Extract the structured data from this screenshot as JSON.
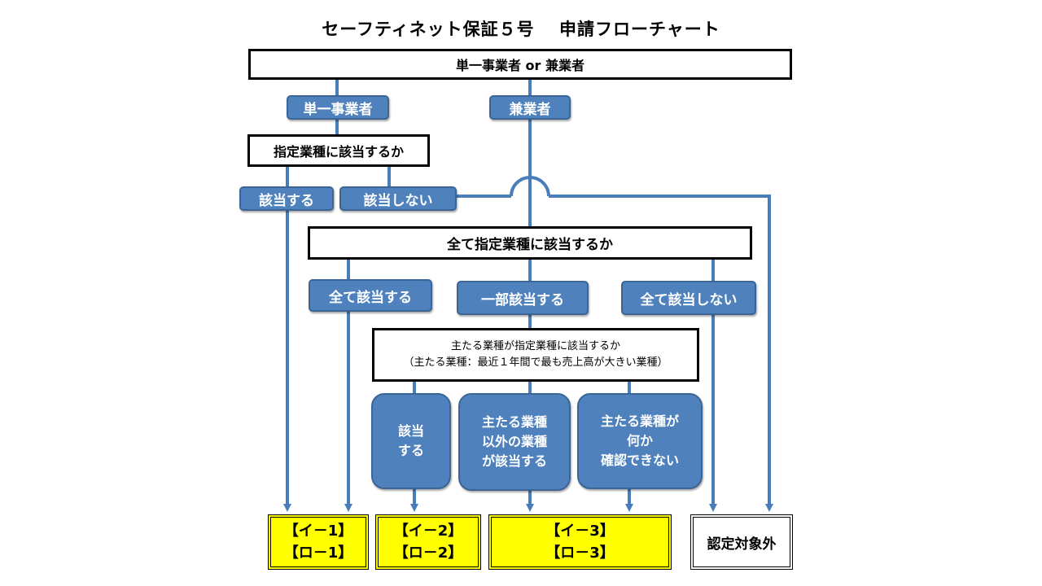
{
  "title": "セーフティネット保証５号　 申請フローチャート",
  "nodes": {
    "q_business_type": "単一事業者 or 兼業者",
    "single": "単一事業者",
    "multi": "兼業者",
    "q_designated": "指定業種に該当するか",
    "applies": "該当する",
    "not_applies": "該当しない",
    "q_all_designated": "全て指定業種に該当するか",
    "all_apply": "全て該当する",
    "some_apply": "一部該当する",
    "none_apply": "全て該当しない",
    "q_main_line1": "主たる業種が指定業種に該当するか",
    "q_main_line2": "（主たる業種：最近１年間で最も売上高が大きい業種）",
    "main_applies_l1": "該当",
    "main_applies_l2": "する",
    "other_applies_l1": "主たる業種",
    "other_applies_l2": "以外の業種",
    "other_applies_l3": "が該当する",
    "unknown_l1": "主たる業種が",
    "unknown_l2": "何か",
    "unknown_l3": "確認できない"
  },
  "results": {
    "r1_a": "【イ－1】",
    "r1_b": "【ロ－1】",
    "r2_a": "【イ－2】",
    "r2_b": "【ロ－2】",
    "r3_a": "【イ－3】",
    "r3_b": "【ロ－3】",
    "out": "認定対象外"
  },
  "colors": {
    "node_fill": "#4f81bd",
    "line": "#4a7ebb",
    "result_fill": "#ffff00"
  }
}
